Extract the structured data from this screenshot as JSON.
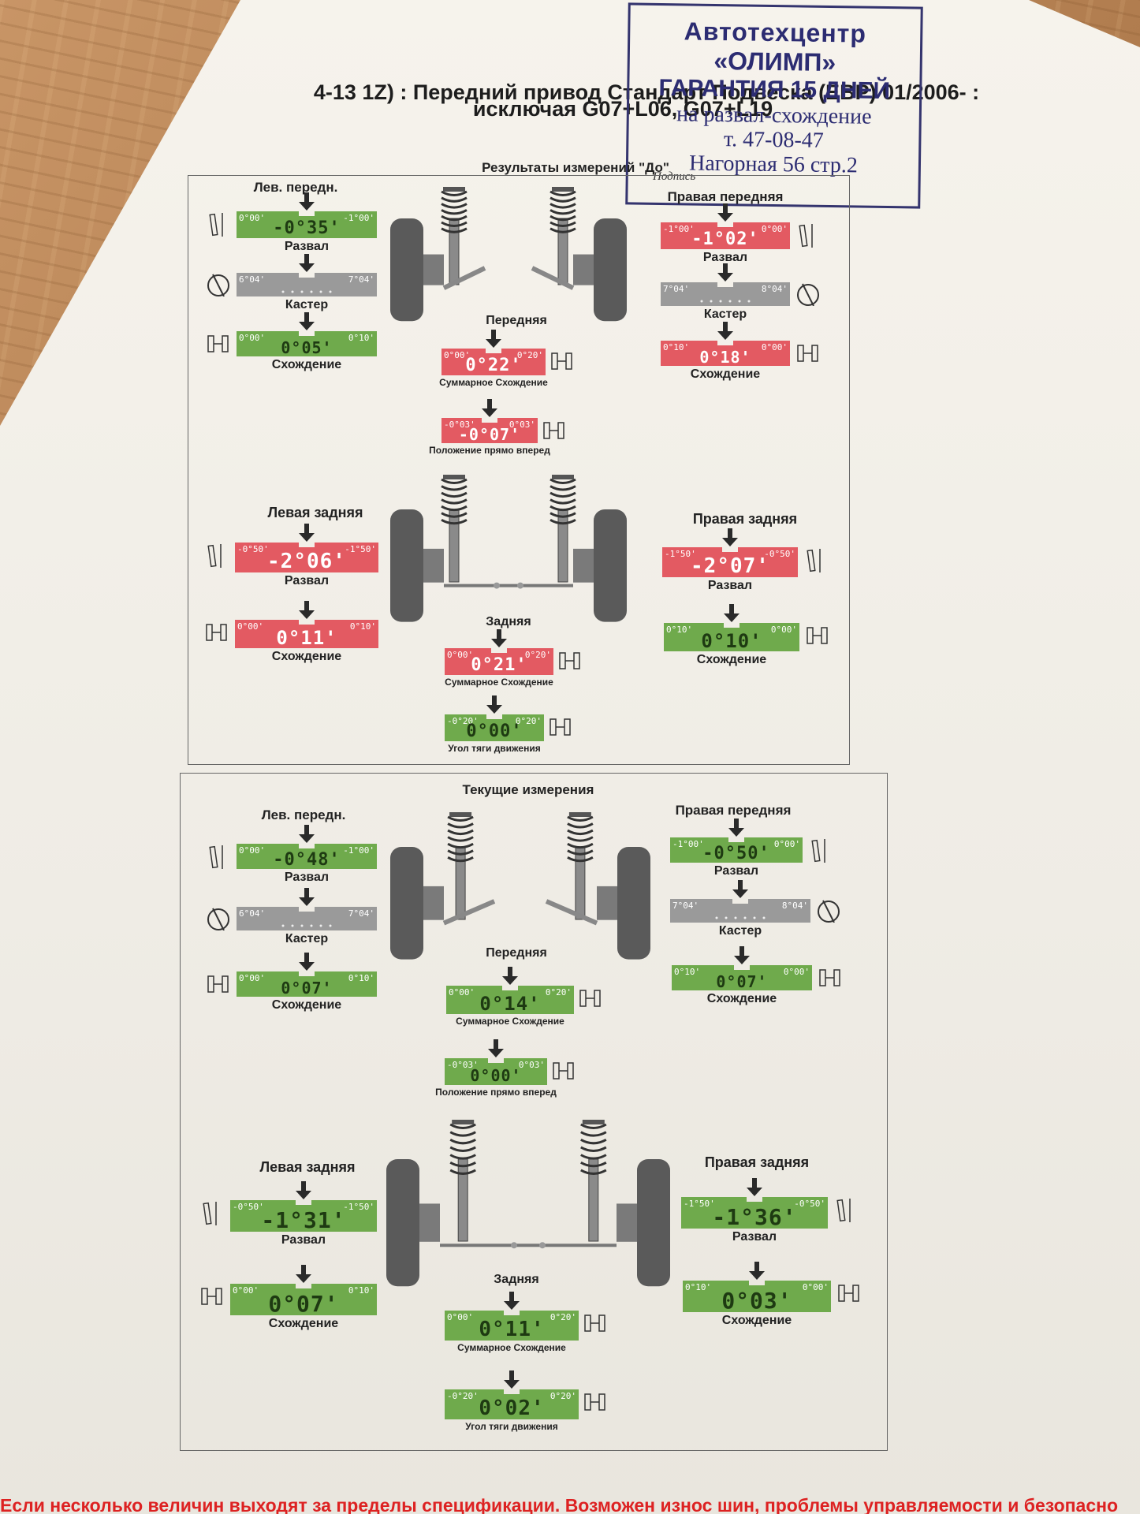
{
  "document": {
    "title_line1": "4-13 1Z) : Передний привод Стандарт Подвеска (ЕВР) 01/2006- :",
    "title_line2": "исключая G07+L06, G07+L19",
    "footer": "Если несколько величин выходят за пределы спецификации. Возможен износ шин, проблемы управляемости и безопасно",
    "signature": "Подпись"
  },
  "stamp": {
    "line1": "Автотехцентр",
    "line2": "«ОЛИМП»",
    "line3": "ГАРАНТИЯ 15 ДНЕЙ",
    "line4": "на развал-схождение",
    "line5": "т. 47-08-47",
    "line6": "Нагорная 56 стр.2"
  },
  "colors": {
    "ok": "#6faa4c",
    "bad": "#e35a62",
    "caster": "#9a9a9a",
    "value_ok": "#1e3a12",
    "value_bad": "#ffffff"
  },
  "before": {
    "title": "Результаты измерений \"До\"",
    "lf_title": "Лев. передн.",
    "rf_title": "Правая передняя",
    "front_title": "Передняя",
    "lr_title": "Левая задняя",
    "rr_title": "Правая задняя",
    "rear_title": "Задняя",
    "lf_camber": {
      "min": "0°00'",
      "max": "-1°00'",
      "value": "-0°35'",
      "label": "Развал",
      "status": "ok"
    },
    "lf_caster": {
      "min": "6°04'",
      "max": "7°04'",
      "value": "",
      "label": "Кастер",
      "status": "caster"
    },
    "lf_toe": {
      "min": "0°00'",
      "max": "0°10'",
      "value": "0°05'",
      "label": "Схождение",
      "status": "ok"
    },
    "rf_camber": {
      "min": "-1°00'",
      "max": "0°00'",
      "value": "-1°02'",
      "label": "Развал",
      "status": "bad"
    },
    "rf_caster": {
      "min": "7°04'",
      "max": "8°04'",
      "value": "",
      "label": "Кастер",
      "status": "caster"
    },
    "rf_toe": {
      "min": "0°10'",
      "max": "0°00'",
      "value": "0°18'",
      "label": "Схождение",
      "status": "bad"
    },
    "front_total": {
      "min": "0°00'",
      "max": "0°20'",
      "value": "0°22'",
      "label": "Суммарное Схождение",
      "status": "bad"
    },
    "steer": {
      "min": "-0°03'",
      "max": "0°03'",
      "value": "-0°07'",
      "label": "Положение прямо вперед",
      "status": "bad"
    },
    "lr_camber": {
      "min": "-0°50'",
      "max": "-1°50'",
      "value": "-2°06'",
      "label": "Развал",
      "status": "bad"
    },
    "lr_toe": {
      "min": "0°00'",
      "max": "0°10'",
      "value": "0°11'",
      "label": "Схождение",
      "status": "bad"
    },
    "rr_camber": {
      "min": "-1°50'",
      "max": "-0°50'",
      "value": "-2°07'",
      "label": "Развал",
      "status": "bad"
    },
    "rr_toe": {
      "min": "0°10'",
      "max": "0°00'",
      "value": "0°10'",
      "label": "Схождение",
      "status": "ok"
    },
    "rear_total": {
      "min": "0°00'",
      "max": "0°20'",
      "value": "0°21'",
      "label": "Суммарное Схождение",
      "status": "bad"
    },
    "thrust": {
      "min": "-0°20'",
      "max": "0°20'",
      "value": "0°00'",
      "label": "Угол тяги движения",
      "status": "ok"
    }
  },
  "current": {
    "title": "Текущие измерения",
    "lf_title": "Лев. передн.",
    "rf_title": "Правая передняя",
    "front_title": "Передняя",
    "lr_title": "Левая задняя",
    "rr_title": "Правая задняя",
    "rear_title": "Задняя",
    "lf_camber": {
      "min": "0°00'",
      "max": "-1°00'",
      "value": "-0°48'",
      "label": "Развал",
      "status": "ok"
    },
    "lf_caster": {
      "min": "6°04'",
      "max": "7°04'",
      "value": "",
      "label": "Кастер",
      "status": "caster"
    },
    "lf_toe": {
      "min": "0°00'",
      "max": "0°10'",
      "value": "0°07'",
      "label": "Схождение",
      "status": "ok"
    },
    "rf_camber": {
      "min": "-1°00'",
      "max": "0°00'",
      "value": "-0°50'",
      "label": "Развал",
      "status": "ok"
    },
    "rf_caster": {
      "min": "7°04'",
      "max": "8°04'",
      "value": "",
      "label": "Кастер",
      "status": "caster"
    },
    "rf_toe": {
      "min": "0°10'",
      "max": "0°00'",
      "value": "0°07'",
      "label": "Схождение",
      "status": "ok"
    },
    "front_total": {
      "min": "0°00'",
      "max": "0°20'",
      "value": "0°14'",
      "label": "Суммарное Схождение",
      "status": "ok"
    },
    "steer": {
      "min": "-0°03'",
      "max": "0°03'",
      "value": "0°00'",
      "label": "Положение прямо вперед",
      "status": "ok"
    },
    "lr_camber": {
      "min": "-0°50'",
      "max": "-1°50'",
      "value": "-1°31'",
      "label": "Развал",
      "status": "ok"
    },
    "lr_toe": {
      "min": "0°00'",
      "max": "0°10'",
      "value": "0°07'",
      "label": "Схождение",
      "status": "ok"
    },
    "rr_camber": {
      "min": "-1°50'",
      "max": "-0°50'",
      "value": "-1°36'",
      "label": "Развал",
      "status": "ok"
    },
    "rr_toe": {
      "min": "0°10'",
      "max": "0°00'",
      "value": "0°03'",
      "label": "Схождение",
      "status": "ok"
    },
    "rear_total": {
      "min": "0°00'",
      "max": "0°20'",
      "value": "0°11'",
      "label": "Суммарное Схождение",
      "status": "ok"
    },
    "thrust": {
      "min": "-0°20'",
      "max": "0°20'",
      "value": "0°02'",
      "label": "Угол тяги движения",
      "status": "ok"
    }
  }
}
